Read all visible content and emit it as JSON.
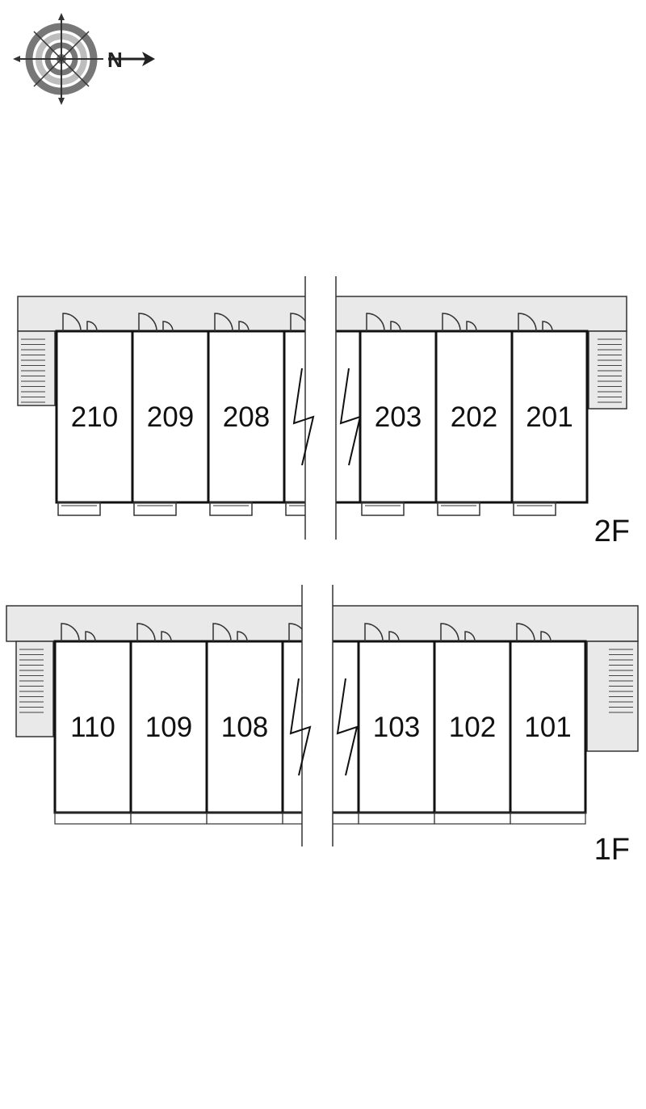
{
  "compass": {
    "north_label": "N",
    "icon": "compass-icon",
    "ring_color": "#777777",
    "ring_light": "#bdbdbd"
  },
  "colors": {
    "corridor": "#e9e9e9",
    "wall": "#111111",
    "line": "#333333"
  },
  "floors": [
    {
      "id": "2F",
      "label": "2F",
      "rooms": [
        "210",
        "209",
        "208",
        "",
        "203",
        "202",
        "201"
      ]
    },
    {
      "id": "1F",
      "label": "1F",
      "rooms": [
        "110",
        "109",
        "108",
        "",
        "103",
        "102",
        "101"
      ]
    }
  ]
}
